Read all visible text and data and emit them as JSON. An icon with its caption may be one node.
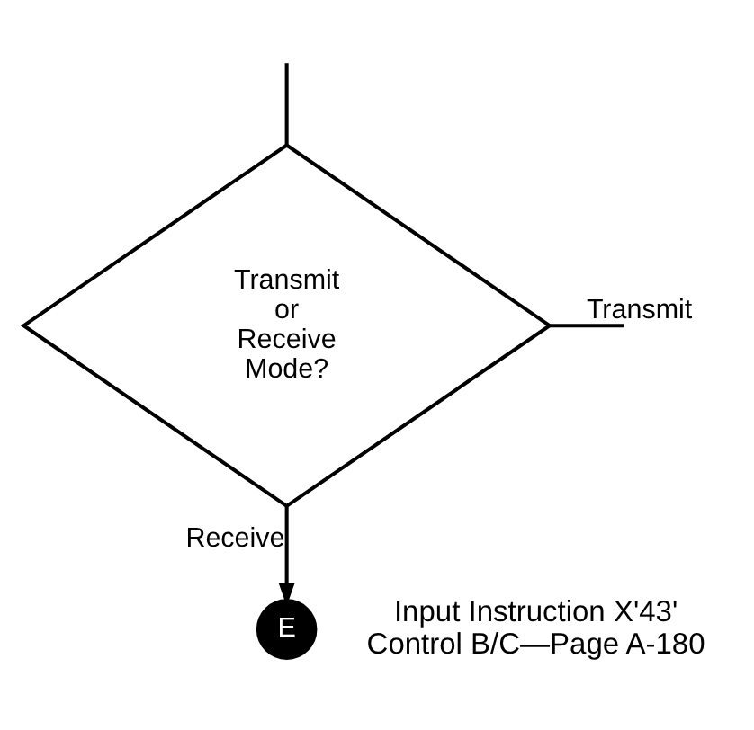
{
  "diagram": {
    "nodes": [
      {
        "text": [
          "Transmit or Receive Mode?"
        ]
      },
      {
        "text": [
          "E"
        ],
        "beside": [
          "Input Instruction X'43' Control B/C—Page A-180"
        ]
      }
    ],
    "edges": [
      {
        "from": null,
        "to": 0,
        "arrow": "none"
      },
      {
        "from": 0,
        "to": null,
        "arrow": "none",
        "label": "Transmit"
      },
      {
        "from": 0,
        "to": 1,
        "arrow": "to",
        "label": "Receive"
      }
    ]
  }
}
